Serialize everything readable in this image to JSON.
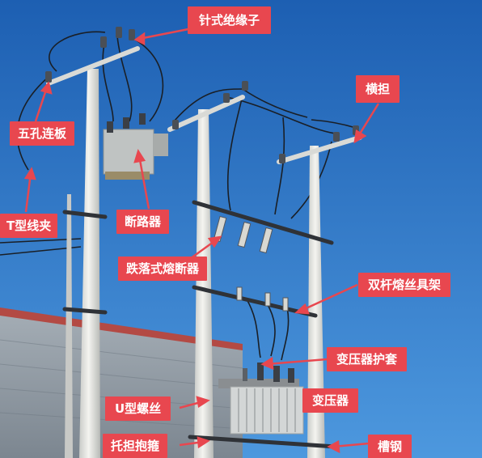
{
  "labels": {
    "pin_insulator": "针式绝缘子",
    "crossarm": "横担",
    "five_hole_plate": "五孔连板",
    "t_clamp": "T型线夹",
    "circuit_breaker": "断路器",
    "drop_out_fuse": "跌落式熔断器",
    "double_pole_fuse_rack": "双杆熔丝具架",
    "transformer_bushing": "变压器护套",
    "transformer": "变压器",
    "u_bolt": "U型螺丝",
    "crossarm_hoop": "托担抱箍",
    "channel_steel": "槽钢"
  },
  "colors": {
    "sky_top": "#1f62b5",
    "sky_bottom": "#4a95dc",
    "label_bg": "#e8474f",
    "label_text": "#ffffff",
    "pole": "#e6e6e2",
    "building_wall": "#8f9aa4",
    "roof_edge": "#b34a44"
  }
}
